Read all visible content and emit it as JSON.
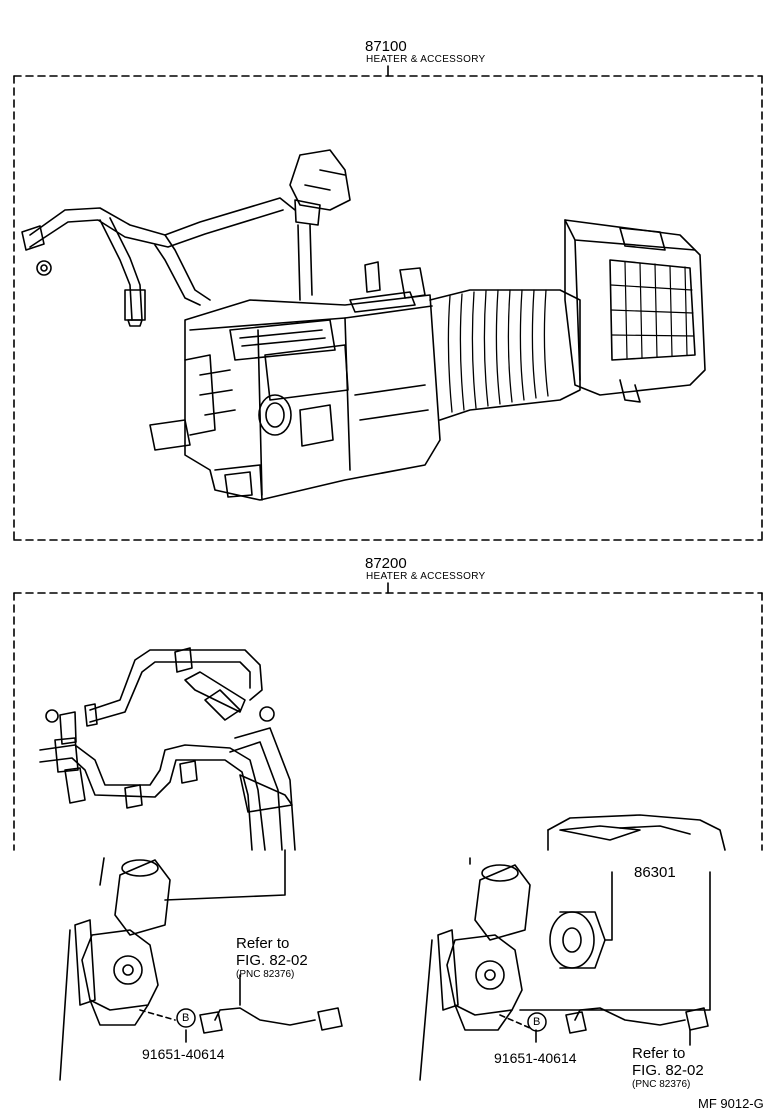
{
  "sections": [
    {
      "part_number": "87100",
      "label": "HEATER & ACCESSORY"
    },
    {
      "part_number": "87200",
      "label": "HEATER & ACCESSORY"
    }
  ],
  "callouts": {
    "part_86301": "86301",
    "clip_left": "91651-40614",
    "clip_right": "91651-40614",
    "clip_badge": "B"
  },
  "references": [
    {
      "line1": "Refer to",
      "line2": "FIG. 82-02",
      "line3": "(PNC 82376)"
    },
    {
      "line1": "Refer to",
      "line2": "FIG. 82-02",
      "line3": "(PNC 82376)"
    }
  ],
  "figure_id": "MF 9012-G"
}
